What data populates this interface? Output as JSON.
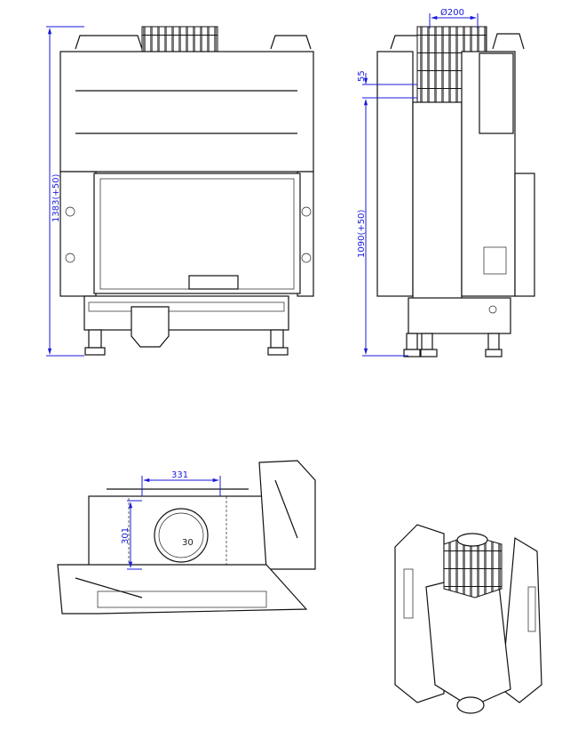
{
  "dimensions": {
    "front_height": "1383(+50)",
    "flue_diameter": "Ø200",
    "side_offset": "55",
    "side_height": "1090(+50)",
    "top_width": "331",
    "top_depth": "301",
    "flue_label": "30"
  },
  "colors": {
    "dimension": "#1a1adb",
    "line": "#111111"
  }
}
